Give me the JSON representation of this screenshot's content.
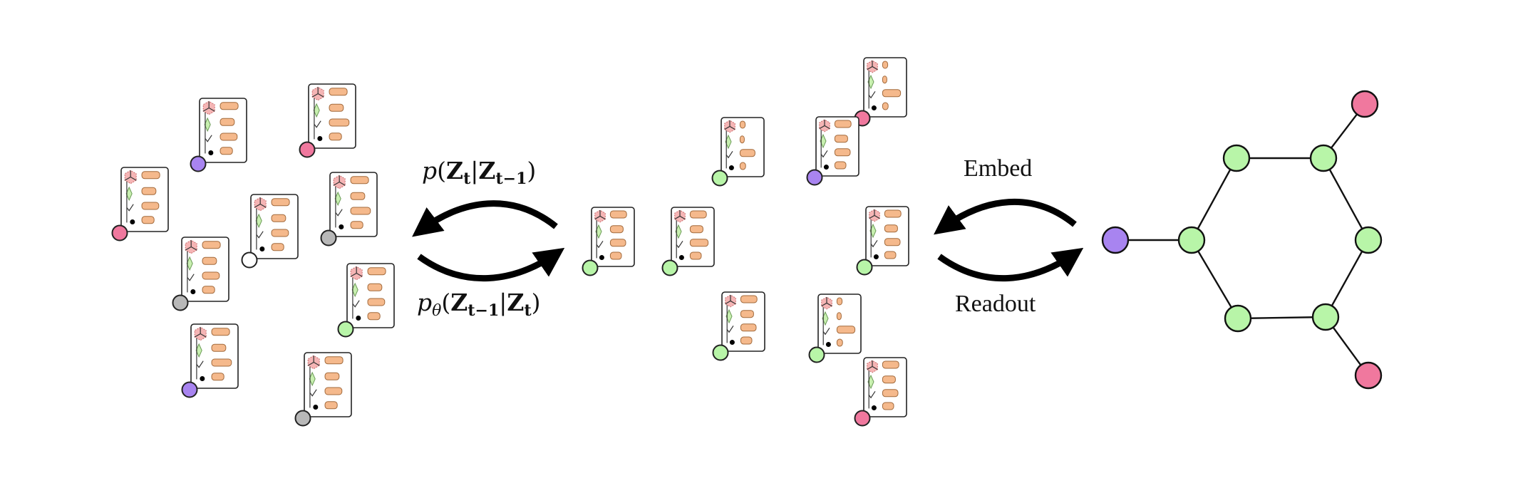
{
  "labels": {
    "forward": {
      "p": "p",
      "Z": "Z",
      "t": "t",
      "bar": "|",
      "tm1": "t−1"
    },
    "reverse": {
      "p": "p",
      "theta": "θ",
      "Z": "Z",
      "t": "t",
      "bar": "|",
      "tm1": "t−1"
    },
    "embed": "Embed",
    "readout": "Readout"
  },
  "colors": {
    "pink": "#f0789e",
    "purple": "#a884f0",
    "green": "#b8f5a8",
    "gray": "#b8b8b8",
    "white": "#ffffff",
    "bar": "#f5b98c",
    "bar_stroke": "#a26a3c",
    "hex": "#f5b5b5",
    "diamond": "#c8f0b0"
  },
  "cards": [
    {
      "group": "noisy",
      "node_color": "purple"
    },
    {
      "group": "noisy",
      "node_color": "pink"
    },
    {
      "group": "noisy",
      "node_color": "pink"
    },
    {
      "group": "noisy",
      "node_color": "white"
    },
    {
      "group": "noisy",
      "node_color": "gray"
    },
    {
      "group": "noisy",
      "node_color": "gray"
    },
    {
      "group": "noisy",
      "node_color": "green"
    },
    {
      "group": "noisy",
      "node_color": "purple"
    },
    {
      "group": "noisy",
      "node_color": "gray"
    },
    {
      "group": "denoised",
      "node_color": "green"
    },
    {
      "group": "denoised",
      "node_color": "pink"
    },
    {
      "group": "denoised",
      "node_color": "purple"
    },
    {
      "group": "denoised",
      "node_color": "green"
    },
    {
      "group": "denoised",
      "node_color": "green"
    },
    {
      "group": "denoised",
      "node_color": "green"
    },
    {
      "group": "denoised",
      "node_color": "green"
    },
    {
      "group": "denoised",
      "node_color": "green"
    },
    {
      "group": "denoised",
      "node_color": "pink"
    }
  ],
  "graph": {
    "nodes": [
      {
        "id": "n0",
        "color": "purple"
      },
      {
        "id": "n1",
        "color": "green"
      },
      {
        "id": "n2",
        "color": "green"
      },
      {
        "id": "n3",
        "color": "green"
      },
      {
        "id": "n4",
        "color": "green"
      },
      {
        "id": "n5",
        "color": "green"
      },
      {
        "id": "n6",
        "color": "green"
      },
      {
        "id": "n7",
        "color": "pink"
      },
      {
        "id": "n8",
        "color": "pink"
      }
    ],
    "edges": [
      [
        "n0",
        "n1"
      ],
      [
        "n1",
        "n2"
      ],
      [
        "n2",
        "n3"
      ],
      [
        "n3",
        "n4"
      ],
      [
        "n4",
        "n5"
      ],
      [
        "n5",
        "n6"
      ],
      [
        "n6",
        "n1"
      ],
      [
        "n3",
        "n7"
      ],
      [
        "n5",
        "n8"
      ]
    ]
  }
}
